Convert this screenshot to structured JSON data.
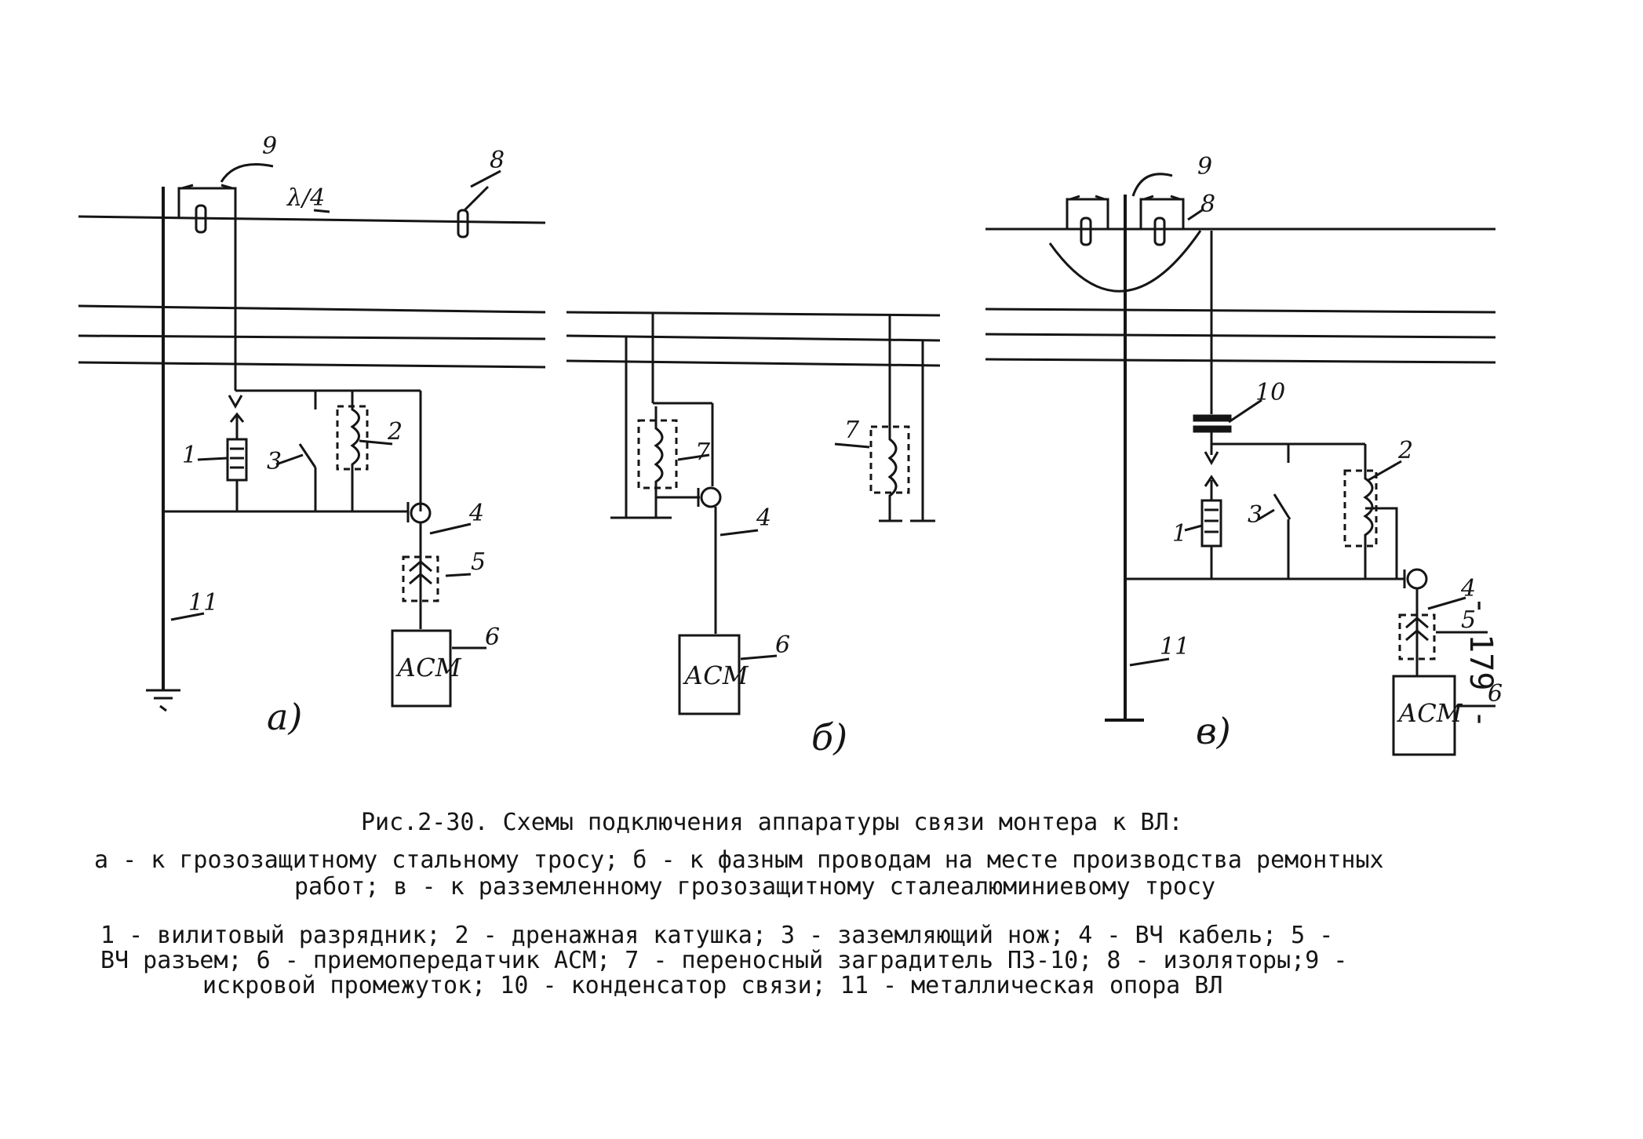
{
  "figure": {
    "panel_labels": [
      "а)",
      "б)",
      "в)"
    ],
    "callouts": {
      "a": [
        "9",
        "λ/4",
        "8",
        "1",
        "3",
        "2",
        "4",
        "5",
        "6",
        "11"
      ],
      "b": [
        "7",
        "7",
        "4",
        "6"
      ],
      "v": [
        "9",
        "8",
        "10",
        "2",
        "1",
        "3",
        "4",
        "5",
        "6",
        "11"
      ]
    },
    "device_label": "АСМ"
  },
  "page_number": "- 179 -",
  "caption": {
    "title": "Рис.2-30. Схемы подключения аппаратуры связи монтера к ВЛ:",
    "line1": "а - к грозозащитному стальному тросу; б - к фазным проводам на месте производства ремонтных",
    "line2": "работ; в - к разземленному грозозащитному сталеалюминиевому тросу"
  },
  "legend": {
    "line1": "1 - вилитовый разрядник; 2 - дренажная катушка; 3 - заземляющий нож; 4 - ВЧ кабель; 5 -",
    "line2": "ВЧ разъем; 6 - приемопередатчик АСМ; 7 - переносный заградитель ПЗ-10; 8 - изоляторы;9 -",
    "line3": "искровой промежуток; 10 - конденсатор связи; 11 - металлическая опора ВЛ"
  }
}
